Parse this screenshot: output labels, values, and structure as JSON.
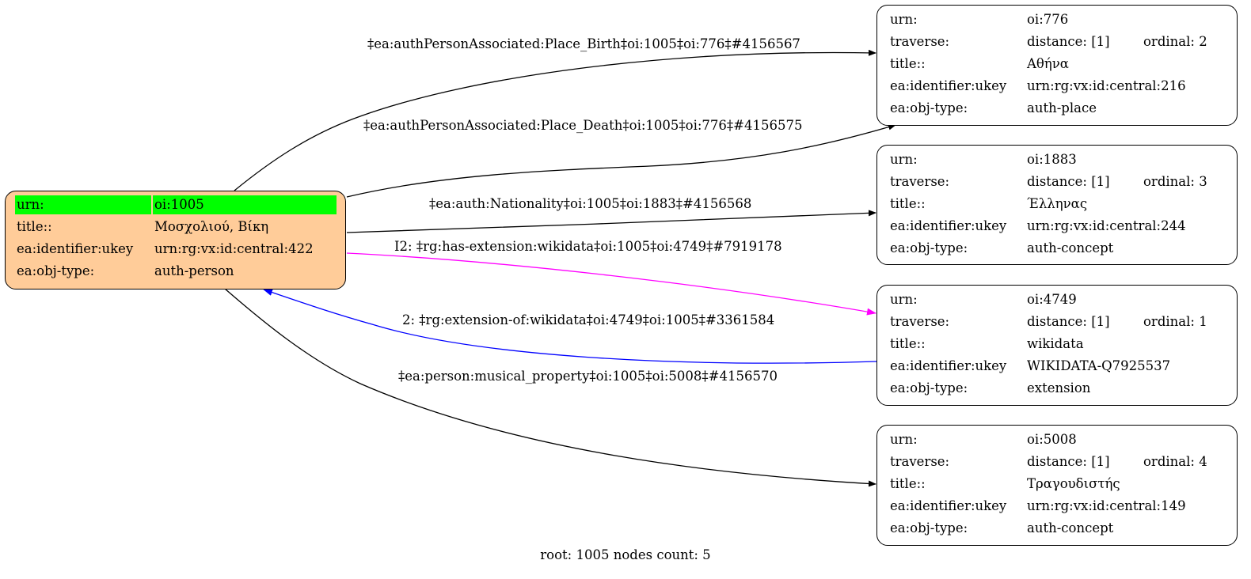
{
  "graph": {
    "root_node": {
      "id": "oi:1005",
      "rows": [
        {
          "key": "urn:",
          "value": "oi:1005",
          "highlight": true
        },
        {
          "key": "title::",
          "value": "Μοσχολιού, Βίκη"
        },
        {
          "key": "ea:identifier:ukey",
          "value": "urn:rg:vx:id:central:422"
        },
        {
          "key": "ea:obj-type:",
          "value": "auth-person"
        }
      ]
    },
    "nodes": [
      {
        "id": "oi:776",
        "urn": "oi:776",
        "distance": "distance: [1]",
        "ordinal": "ordinal: 2",
        "title": "Αθήνα",
        "ukey": "urn:rg:vx:id:central:216",
        "obj_type": "auth-place"
      },
      {
        "id": "oi:1883",
        "urn": "oi:1883",
        "distance": "distance: [1]",
        "ordinal": "ordinal: 3",
        "title": "Έλληνας",
        "ukey": "urn:rg:vx:id:central:244",
        "obj_type": "auth-concept"
      },
      {
        "id": "oi:4749",
        "urn": "oi:4749",
        "distance": "distance: [1]",
        "ordinal": "ordinal: 1",
        "title": "wikidata",
        "ukey": "WIKIDATA-Q7925537",
        "obj_type": "extension"
      },
      {
        "id": "oi:5008",
        "urn": "oi:5008",
        "distance": "distance: [1]",
        "ordinal": "ordinal: 4",
        "title": "Τραγουδιστής",
        "ukey": "urn:rg:vx:id:central:149",
        "obj_type": "auth-concept"
      }
    ],
    "row_keys": {
      "urn": "urn:",
      "traverse": "traverse:",
      "title": "title::",
      "ukey": "ea:identifier:ukey",
      "obj_type": "ea:obj-type:"
    },
    "edges": [
      {
        "from": "oi:1005",
        "to": "oi:776",
        "label": "‡ea:authPersonAssociated:Place_Birth‡oi:1005‡oi:776‡#4156567",
        "color": "#000000"
      },
      {
        "from": "oi:1005",
        "to": "oi:776",
        "label": "‡ea:authPersonAssociated:Place_Death‡oi:1005‡oi:776‡#4156575",
        "color": "#000000"
      },
      {
        "from": "oi:1005",
        "to": "oi:1883",
        "label": "‡ea:auth:Nationality‡oi:1005‡oi:1883‡#4156568",
        "color": "#000000"
      },
      {
        "from": "oi:1005",
        "to": "oi:4749",
        "label": "I2: ‡rg:has-extension:wikidata‡oi:1005‡oi:4749‡#7919178",
        "color": "#ff00ff"
      },
      {
        "from": "oi:4749",
        "to": "oi:1005",
        "label": "2: ‡rg:extension-of:wikidata‡oi:4749‡oi:1005‡#3361584",
        "color": "#0000ff"
      },
      {
        "from": "oi:1005",
        "to": "oi:5008",
        "label": "‡ea:person:musical_property‡oi:1005‡oi:5008‡#4156570",
        "color": "#000000"
      }
    ],
    "colors": {
      "root_fill": "#ffcc99",
      "highlight": "#00ff00",
      "node_fill": "#ffffff"
    }
  },
  "footer": "root: 1005 nodes count: 5"
}
